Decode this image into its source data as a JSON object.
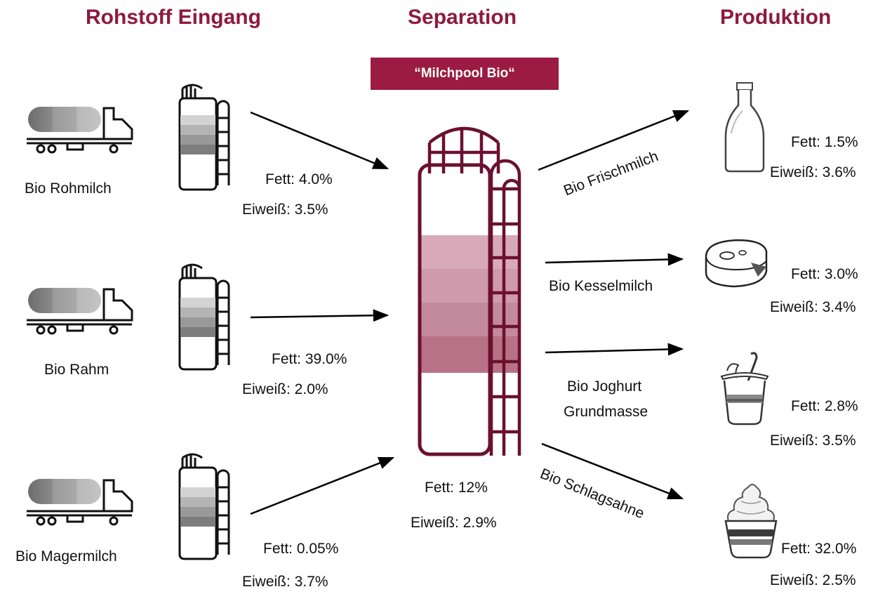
{
  "headings": {
    "input": "Rohstoff Eingang",
    "separation": "Separation",
    "production": "Produktion"
  },
  "pool": {
    "label": "“Milchpool Bio“",
    "fat": "Fett: 12%",
    "protein": "Eiweiß: 2.9%"
  },
  "inputs": [
    {
      "name": "Bio Rohmilch",
      "fat": "Fett: 4.0%",
      "protein": "Eiweiß: 3.5%"
    },
    {
      "name": "Bio Rahm",
      "fat": "Fett: 39.0%",
      "protein": "Eiweiß: 2.0%"
    },
    {
      "name": "Bio Magermilch",
      "fat": "Fett: 0.05%",
      "protein": "Eiweiß: 3.7%"
    }
  ],
  "products": [
    {
      "stream": "Bio Frischmilch",
      "fat": "Fett: 1.5%",
      "protein": "Eiweiß: 3.6%",
      "icon": "milk-bottle-icon"
    },
    {
      "stream": "Bio Kesselmilch",
      "fat": "Fett: 3.0%",
      "protein": "Eiweiß: 3.4%",
      "icon": "cheese-wheel-icon"
    },
    {
      "stream_line1": "Bio Joghurt",
      "stream_line2": "Grundmasse",
      "fat": "Fett: 2.8%",
      "protein": "Eiweiß: 3.5%",
      "icon": "yoghurt-cup-icon"
    },
    {
      "stream": "Bio Schlagsahne",
      "fat": "Fett: 32.0%",
      "protein": "Eiweiß: 2.5%",
      "icon": "whipped-cream-cup-icon"
    }
  ],
  "colors": {
    "heading": "#8e1a3d",
    "banner": "#9b1b42",
    "silo": "#6b1030"
  }
}
